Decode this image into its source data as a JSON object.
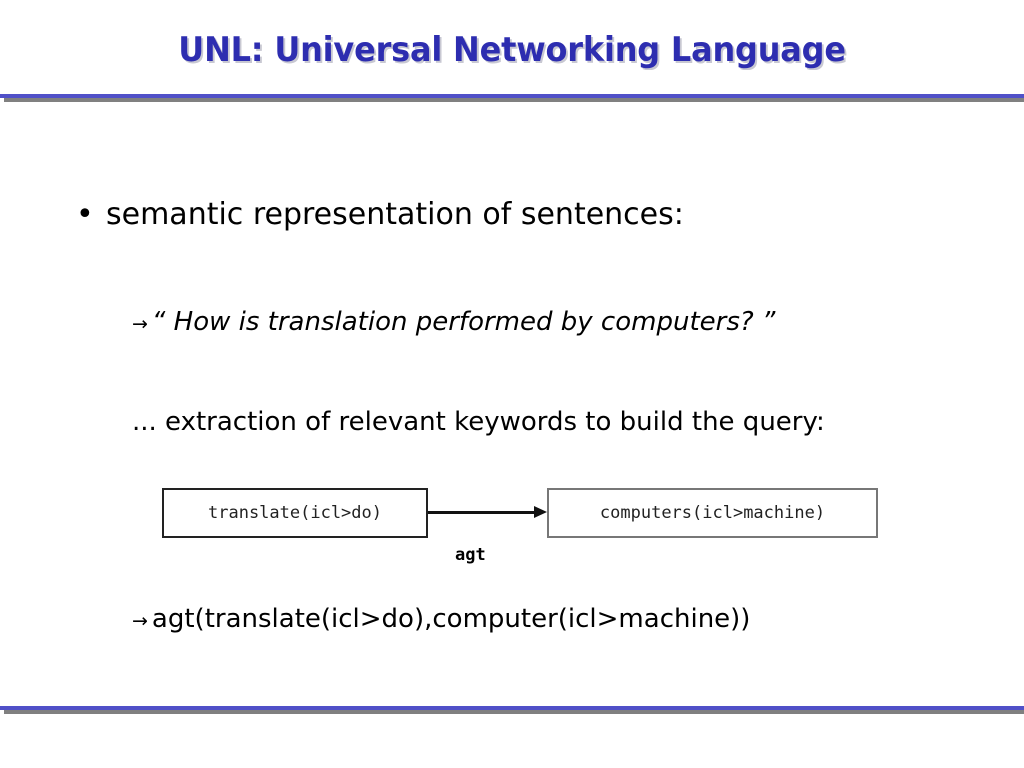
{
  "slide": {
    "title": "UNL: Universal Networking Language",
    "title_color": "#2d2db0",
    "title_shadow_color": "#c8c8d2",
    "rule_color": "#5050c8",
    "rule_shadow_color": "#808080",
    "background": "#ffffff"
  },
  "content": {
    "bullet_marker": "•",
    "bullet_text": "semantic representation of sentences:",
    "arrow_marker": "→",
    "quote_line": "“ How is translation performed by computers? ”",
    "extraction_line": "... extraction of relevant keywords to build the query:",
    "result_line": "agt(translate(icl>do),computer(icl>machine))"
  },
  "graph": {
    "source_node": "translate(icl>do)",
    "target_node": "computers(icl>machine)",
    "edge_label": "agt",
    "source_border_color": "#222222",
    "target_border_color": "#777777",
    "edge_color": "#111111"
  }
}
